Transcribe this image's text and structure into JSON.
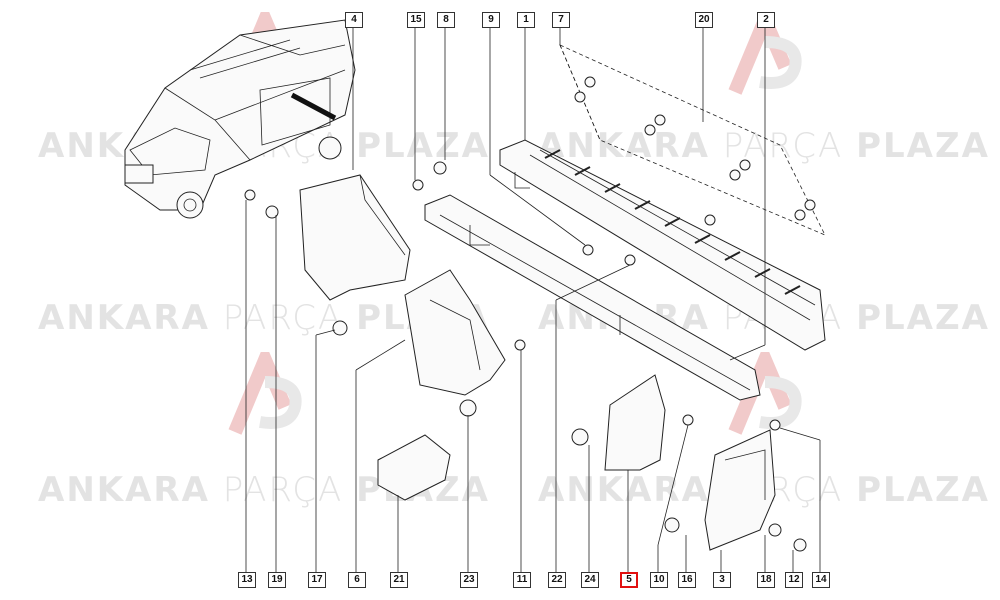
{
  "watermark": {
    "part1": "ANKARA",
    "part2": "PARÇA",
    "part3": "PLAZA"
  },
  "callouts": {
    "c4": "4",
    "c15": "15",
    "c8": "8",
    "c9": "9",
    "c1": "1",
    "c7": "7",
    "c20": "20",
    "c2": "2",
    "c13": "13",
    "c19": "19",
    "c17": "17",
    "c6": "6",
    "c21": "21",
    "c23": "23",
    "c11": "11",
    "c22": "22",
    "c24": "24",
    "c5": "5",
    "c10": "10",
    "c16": "16",
    "c3": "3",
    "c18": "18",
    "c12": "12",
    "c14": "14"
  },
  "highlight_color": "#e11111"
}
